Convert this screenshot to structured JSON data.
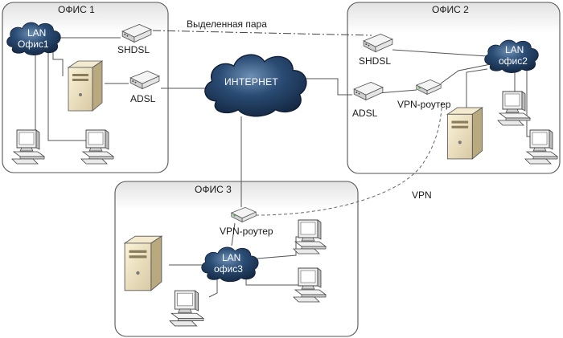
{
  "offices": {
    "office1": {
      "title": "ОФИС 1",
      "lan_line1": "LAN",
      "lan_line2": "Офис1",
      "shdsl": "SHDSL",
      "adsl": "ADSL"
    },
    "office2": {
      "title": "ОФИС 2",
      "lan_line1": "LAN",
      "lan_line2": "офис2",
      "shdsl": "SHDSL",
      "adsl": "ADSL",
      "vpn_router": "VPN-роутер"
    },
    "office3": {
      "title": "ОФИС 3",
      "lan_line1": "LAN",
      "lan_line2": "офис3",
      "vpn_router": "VPN-роутер"
    }
  },
  "internet": "ИНТЕРНЕТ",
  "links": {
    "leased_line": "Выделенная пара",
    "vpn": "VPN"
  },
  "colors": {
    "box_gradient_top": "#e6e6e6",
    "box_gradient_bottom": "#ffffff",
    "cloud": "#1e3a5f",
    "cloud_highlight": "#5a7da3",
    "line": "#555555"
  }
}
